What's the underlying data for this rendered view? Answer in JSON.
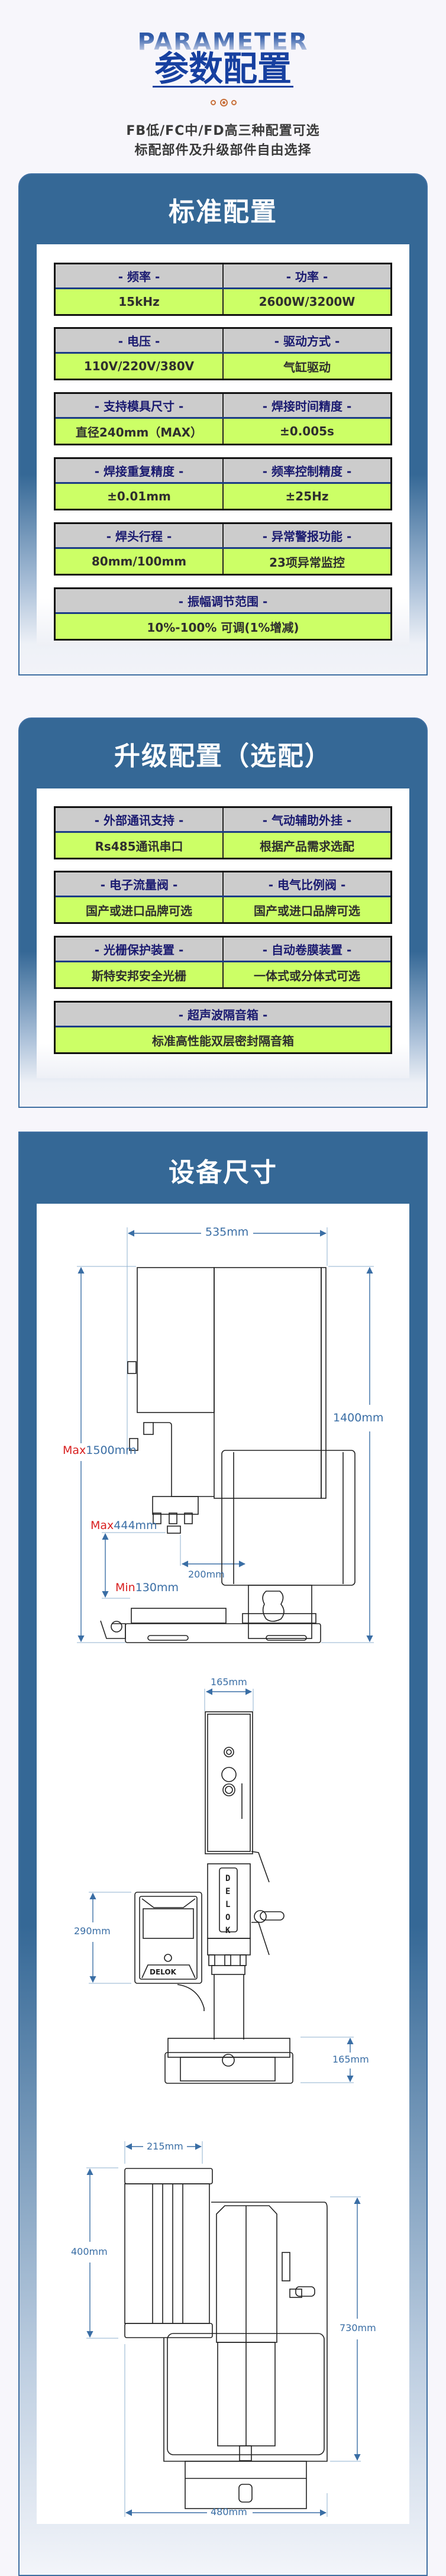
{
  "header": {
    "title_en": "PARAMETER",
    "title_cn": "参数配置",
    "subtitle_lines": [
      "FB低/FC中/FD高三种配置可选",
      "标配部件及升级部件自由选择"
    ],
    "decor_color": "#c8703a",
    "title_color": "#1740a0"
  },
  "standard_config": {
    "title": "标准配置",
    "rows": [
      [
        {
          "label": "- 频率 -",
          "value": "15kHz"
        },
        {
          "label": "- 功率 -",
          "value": "2600W/3200W"
        }
      ],
      [
        {
          "label": "- 电压 -",
          "value": "110V/220V/380V"
        },
        {
          "label": "- 驱动方式 -",
          "value": "气缸驱动"
        }
      ],
      [
        {
          "label": "- 支持模具尺寸 -",
          "value": "直径240mm（MAX）"
        },
        {
          "label": "- 焊接时间精度 -",
          "value": "±0.005s"
        }
      ],
      [
        {
          "label": "- 焊接重复精度 -",
          "value": "±0.01mm"
        },
        {
          "label": "- 频率控制精度 -",
          "value": "±25Hz"
        }
      ],
      [
        {
          "label": "- 焊头行程 -",
          "value": "80mm/100mm"
        },
        {
          "label": "- 异常警报功能 -",
          "value": "23项异常监控"
        }
      ],
      [
        {
          "label": "- 振幅调节范围 -",
          "value": "10%-100% 可调(1%增减)"
        }
      ]
    ]
  },
  "upgrade_config": {
    "title": "升级配置（选配）",
    "rows": [
      [
        {
          "label": "- 外部通讯支持 -",
          "value": "Rs485通讯串口"
        },
        {
          "label": "- 气动辅助外挂 -",
          "value": "根据产品需求选配"
        }
      ],
      [
        {
          "label": "- 电子流量阀 -",
          "value": "国产或进口品牌可选"
        },
        {
          "label": "- 电气比例阀 -",
          "value": "国产或进口品牌可选"
        }
      ],
      [
        {
          "label": "- 光栅保护装置 -",
          "value": "斯特安邦安全光栅"
        },
        {
          "label": "- 自动卷膜装置 -",
          "value": "一体式或分体式可选"
        }
      ],
      [
        {
          "label": "- 超声波隔音箱 -",
          "value": "标准高性能双层密封隔音箱"
        }
      ]
    ]
  },
  "dimensions": {
    "title": "设备尺寸",
    "side_view": {
      "width": "535mm",
      "height": "1400mm",
      "max_height_prefix": "Max",
      "max_height_value": "1500mm",
      "max_stroke_prefix": "Max",
      "max_stroke_value": "444mm",
      "throat": "200mm",
      "min_prefix": "Min",
      "min_value": "130mm"
    },
    "front_view": {
      "column_width": "165mm",
      "control_box_height": "290mm",
      "base_height": "165mm",
      "brand_vertical": "DELOK",
      "brand_box": "DELOK"
    },
    "top_view": {
      "box_width": "215mm",
      "box_depth": "400mm",
      "depth": "730mm",
      "width": "480mm"
    },
    "dim_color": "#3a6ea5",
    "highlight_color": "#d81e1e"
  },
  "colors": {
    "card_blue": "#356896",
    "header_cell": "#cccccc",
    "value_cell": "#ccff66"
  }
}
